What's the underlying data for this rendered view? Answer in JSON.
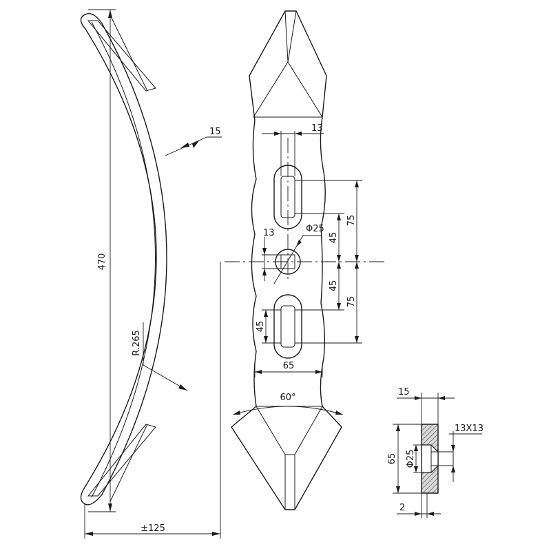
{
  "drawing": {
    "side_view": {
      "height_label": "470",
      "thickness_label": "15",
      "radius_label": "R.265",
      "width_label": "±125"
    },
    "front_view": {
      "slot_width_label": "13",
      "hole_slot_label": "13",
      "hole_diameter_label": "Φ25",
      "offset_upper_label": "45",
      "offset_lower_label": "45",
      "pitch_upper_label": "75",
      "pitch_lower_label": "75",
      "slot_length_label": "45",
      "blade_width_label": "65",
      "tip_angle_label": "60°"
    },
    "section_view": {
      "thickness_label": "15",
      "height_label": "65",
      "hole_diameter_label": "Φ25",
      "square_hole_label": "13X13",
      "recess_label": "2"
    }
  }
}
